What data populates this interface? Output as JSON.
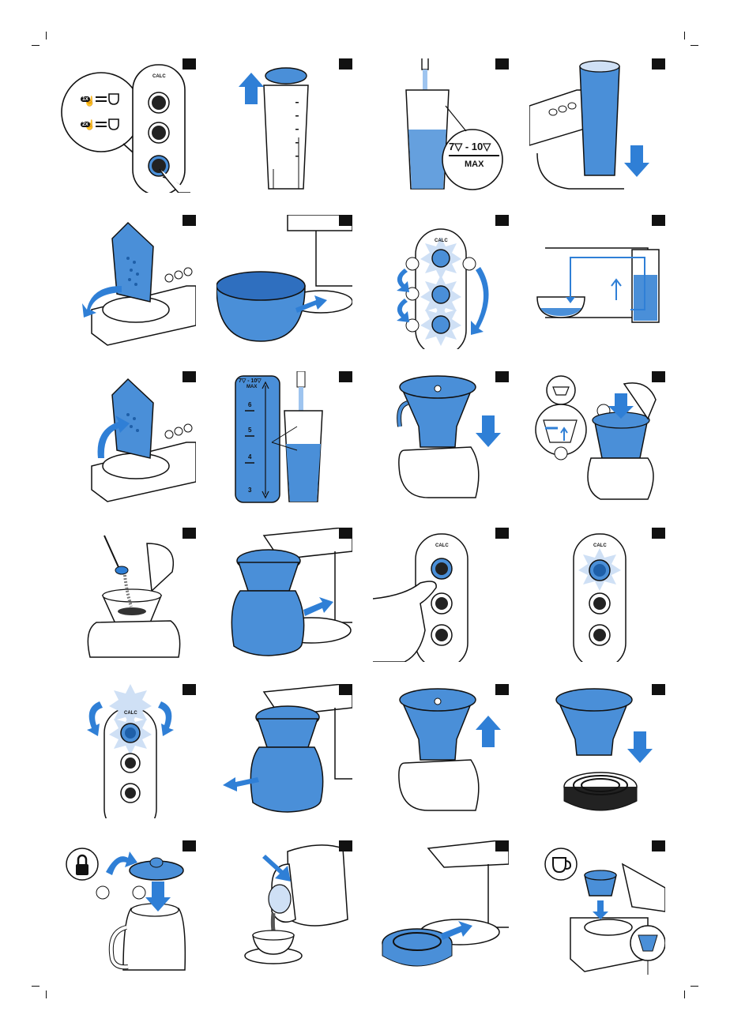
{
  "page": {
    "panel_count": 24,
    "accent_color": "#4a8fd8",
    "accent_light": "#cfe0f5",
    "outline_color": "#111111"
  },
  "labels": {
    "calc": "CALC",
    "max": "MAX",
    "cups_range": "7▽ - 10▽",
    "once": "1x",
    "twice": "2x",
    "scale_6": "6",
    "scale_5": "5",
    "scale_4": "4",
    "scale_3": "3",
    "scale_top": "7▽ - 10▽",
    "scale_max": "MAX"
  },
  "icons": [
    "tap-once-icon",
    "tap-twice-icon",
    "cup-icon",
    "lock-icon",
    "arrow-up-icon",
    "arrow-down-icon",
    "arrow-rotate-icon"
  ]
}
